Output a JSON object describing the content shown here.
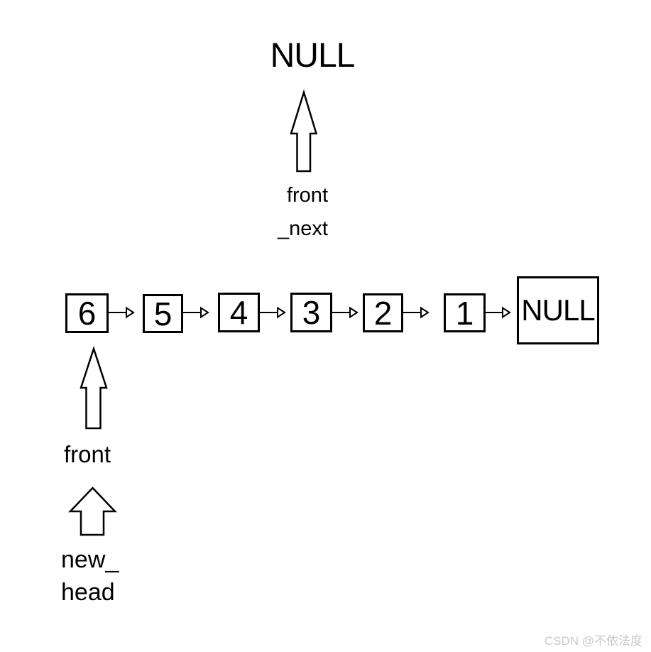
{
  "diagram": {
    "top_null_label": "NULL",
    "front_next_pointer_label": {
      "line1": "front",
      "line2": "_next"
    },
    "front_pointer_label": "front",
    "new_head_pointer_label": {
      "line1": "new_",
      "line2": "head"
    },
    "list": {
      "nodes": [
        {
          "value": "6"
        },
        {
          "value": "5"
        },
        {
          "value": "4"
        },
        {
          "value": "3"
        },
        {
          "value": "2"
        },
        {
          "value": "1"
        },
        {
          "value": "NULL"
        }
      ]
    },
    "colors": {
      "stroke": "#000000",
      "background": "#ffffff",
      "watermark": "#c9c9c9"
    }
  },
  "watermark": {
    "text": "CSDN @不依法度"
  }
}
